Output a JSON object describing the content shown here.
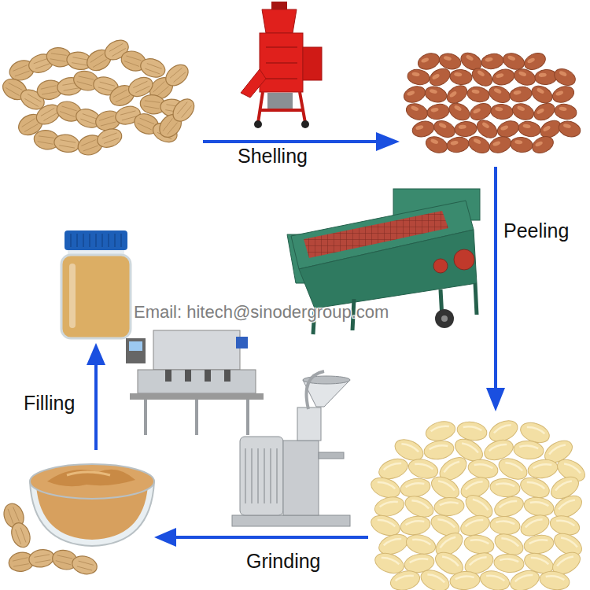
{
  "diagram": {
    "labels": [
      "Shelling",
      "Peeling",
      "Email: hitech@sinodergroup.com",
      "Filling",
      "Grinding"
    ]
  }
}
